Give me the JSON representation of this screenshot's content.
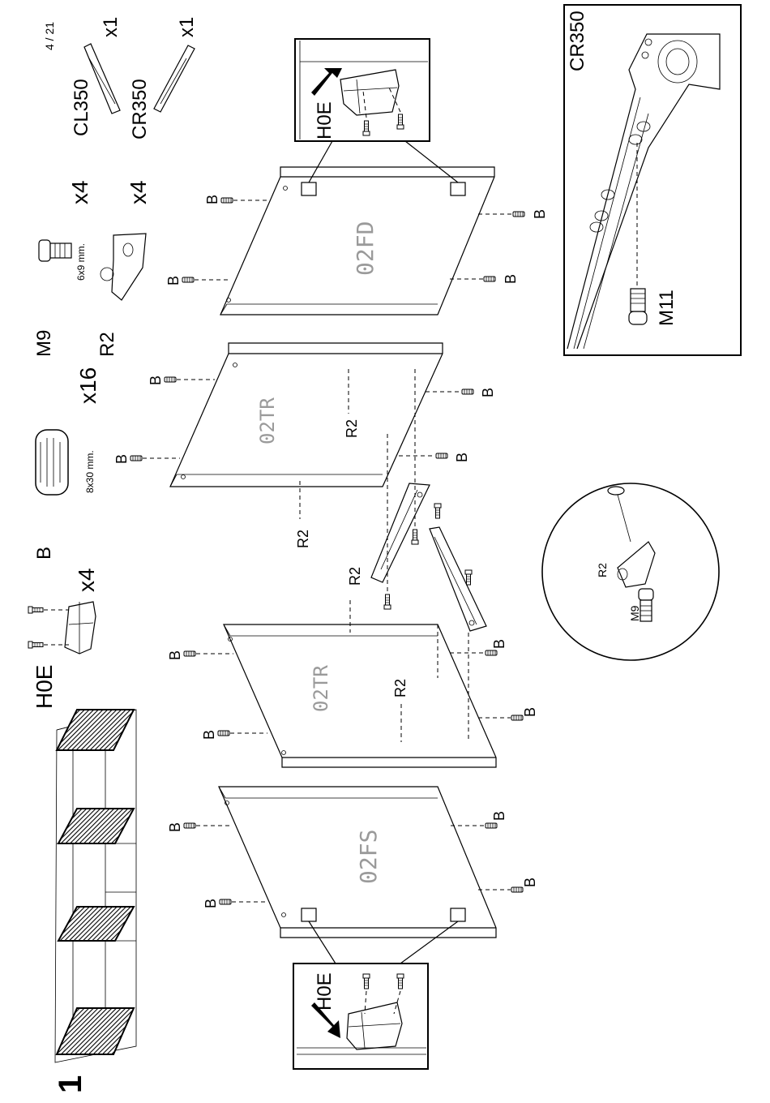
{
  "page": {
    "step_number": "1",
    "page_indicator": "4 / 21"
  },
  "parts": {
    "h0e": {
      "code": "H0E",
      "qty": "x4"
    },
    "b": {
      "code": "B",
      "qty": "x16",
      "size": "8x30 mm."
    },
    "m9": {
      "code": "M9",
      "qty": "x4",
      "size": "6x9 mm."
    },
    "r2": {
      "code": "R2",
      "qty": "x4"
    },
    "cl350": {
      "code": "CL350",
      "qty": "x1"
    },
    "cr350": {
      "code": "CR350",
      "qty": "x1"
    }
  },
  "panels": {
    "p_02fs": "02FS",
    "p_02tr_a": "02TR",
    "p_02tr_b": "02TR",
    "p_02fd": "02FD"
  },
  "callouts": {
    "h0e_left": "H0E",
    "h0e_right": "H0E",
    "circle_r2": "R2",
    "circle_m9": "M9",
    "cr350_box_title": "CR350",
    "cr350_box_screw": "M11"
  },
  "labels": {
    "b": "B",
    "r2": "R2"
  },
  "colors": {
    "line": "#000000",
    "panel_label": "#9a9a9a",
    "background": "#ffffff"
  }
}
